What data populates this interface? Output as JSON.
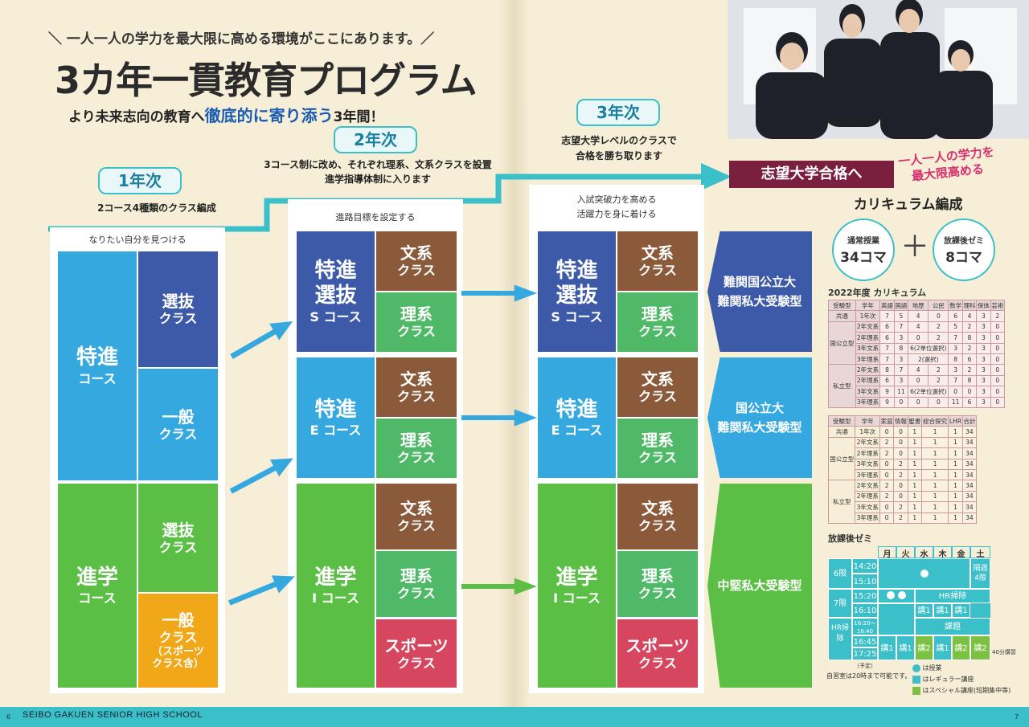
{
  "header": {
    "tagline": "＼ 一人一人の学力を最大限に高める環境がここにあります。／",
    "title": "3カ年一貫教育プログラム",
    "subtitle_pre": "より未来志向の教育へ",
    "subtitle_hl": "徹底的に寄り添う",
    "subtitle_post": "3年間！"
  },
  "years": {
    "y1": {
      "label": "1年次",
      "desc": "2コース4種類のクラス編成",
      "note": "なりたい自分を見つける"
    },
    "y2": {
      "label": "2年次",
      "desc1": "3コース制に改め、それぞれ理系、文系クラスを設置",
      "desc2": "進学指導体制に入ります",
      "note": "進路目標を設定する"
    },
    "y3": {
      "label": "3年次",
      "desc1": "志望大学レベルのクラスで",
      "desc2": "合格を勝ち取ります",
      "note1": "入試突破力を高める",
      "note2": "活躍力を身に着ける"
    }
  },
  "col1": {
    "tokushin": {
      "name": "特進",
      "sub": "コース"
    },
    "senbatsu1": {
      "name": "選抜",
      "sub": "クラス"
    },
    "ippan1": {
      "name": "一般",
      "sub": "クラス"
    },
    "shingaku": {
      "name": "進学",
      "sub": "コース"
    },
    "senbatsu2": {
      "name": "選抜",
      "sub": "クラス"
    },
    "ippan2": {
      "name": "一般",
      "sub": "クラス",
      "note1": "（スポーツ",
      "note2": "クラス含）"
    }
  },
  "courses": {
    "s": {
      "l1": "特進",
      "l2": "選抜",
      "l3": "S コース"
    },
    "e": {
      "l1": "特進",
      "l2": "E コース"
    },
    "i": {
      "l1": "進学",
      "l2": "I コース"
    }
  },
  "classes": {
    "bunkei": {
      "name": "文系",
      "sub": "クラス"
    },
    "rikei": {
      "name": "理系",
      "sub": "クラス"
    },
    "sports": {
      "name": "スポーツ",
      "sub": "クラス"
    }
  },
  "targets": {
    "t1": {
      "l1": "難関国公立大",
      "l2": "難関私大受験型"
    },
    "t2": {
      "l1": "国公立大",
      "l2": "難関私大受験型"
    },
    "t3": {
      "l1": "中堅私大受験型"
    }
  },
  "goal": {
    "label": "志望大学合格へ",
    "sub1": "一人一人の学力を",
    "sub2": "最大限高める"
  },
  "curriculum": {
    "title": "カリキュラム編成",
    "regular": {
      "label": "通常授業",
      "value": "34コマ"
    },
    "after": {
      "label": "放課後ゼミ",
      "value": "8コマ"
    },
    "table_title": "2022年度 カリキュラム",
    "t1_head": [
      "受験型",
      "学年",
      "英語",
      "国語",
      "地歴",
      "公民",
      "数学",
      "理科",
      "保体",
      "芸術"
    ],
    "t1_common": [
      "共通",
      "1年次",
      "7",
      "5",
      "4",
      "0",
      "6",
      "4",
      "3",
      "2"
    ],
    "t1_kokko_label": "国公立型",
    "t1_kokko": [
      [
        "2年文系",
        "6",
        "7",
        "4",
        "2",
        "5",
        "2",
        "3",
        "0"
      ],
      [
        "2年理系",
        "6",
        "3",
        "0",
        "2",
        "7",
        "8",
        "3",
        "0"
      ],
      [
        "3年文系",
        "7",
        "8",
        "6(2単位選択)",
        "",
        "3",
        "2",
        "3",
        "0"
      ],
      [
        "3年理系",
        "7",
        "3",
        "2(選択)",
        "",
        "8",
        "6",
        "3",
        "0"
      ]
    ],
    "t1_shiritsu_label": "私立型",
    "t1_shiritsu": [
      [
        "2年文系",
        "8",
        "7",
        "4",
        "2",
        "3",
        "2",
        "3",
        "0"
      ],
      [
        "2年理系",
        "6",
        "3",
        "0",
        "2",
        "7",
        "8",
        "3",
        "0"
      ],
      [
        "3年文系",
        "9",
        "11",
        "6(2単位選択)",
        "",
        "0",
        "0",
        "3",
        "0"
      ],
      [
        "3年理系",
        "9",
        "0",
        "0",
        "0",
        "11",
        "6",
        "3",
        "0"
      ]
    ],
    "t2_head": [
      "受験型",
      "学年",
      "家庭",
      "情報",
      "聖書",
      "総合探究",
      "LHR",
      "合計"
    ],
    "t2_common": [
      "共通",
      "1年次",
      "0",
      "0",
      "1",
      "1",
      "1",
      "34"
    ],
    "t2_kokko_label": "国公立型",
    "t2_kokko": [
      [
        "2年文系",
        "2",
        "0",
        "1",
        "1",
        "1",
        "34"
      ],
      [
        "2年理系",
        "2",
        "0",
        "1",
        "1",
        "1",
        "34"
      ],
      [
        "3年文系",
        "0",
        "2",
        "1",
        "1",
        "1",
        "34"
      ],
      [
        "3年理系",
        "0",
        "2",
        "1",
        "1",
        "1",
        "34"
      ]
    ],
    "t2_shiritsu_label": "私立型",
    "t2_shiritsu": [
      [
        "2年文系",
        "2",
        "0",
        "1",
        "1",
        "1",
        "34"
      ],
      [
        "2年理系",
        "2",
        "0",
        "1",
        "1",
        "1",
        "34"
      ],
      [
        "3年文系",
        "0",
        "2",
        "1",
        "1",
        "1",
        "34"
      ],
      [
        "3年理系",
        "0",
        "2",
        "1",
        "1",
        "1",
        "34"
      ]
    ]
  },
  "seminar": {
    "title": "放課後ゼミ",
    "days": [
      "月",
      "火",
      "水",
      "木",
      "金",
      "土"
    ],
    "p6": "6限",
    "p7": "7限",
    "hr": "HR掃除",
    "times": [
      "14:20",
      "15:10",
      "15:20",
      "16:10",
      "16:20～16:40",
      "16:45",
      "17:25"
    ],
    "yotei": "（予定）",
    "every_other": "隔週4限",
    "hr_cleaning": "HR掃除",
    "kadai": "課題",
    "ko1": "講1",
    "ko2": "講2",
    "min40": "40分講習",
    "note": "自習室は20時まで可能です。",
    "legend1": "は授業",
    "legend2": "はレギュラー講座",
    "legend3": "はスペシャル講座(短期集中等)"
  },
  "footer": {
    "school": "SEIBO GAKUEN SENIOR HIGH SCHOOL",
    "p_left": "6",
    "p_right": "7"
  },
  "colors": {
    "navy": "#3d5aa8",
    "blue": "#35a8e0",
    "green": "#5cbf45",
    "yellow": "#f0a818",
    "brown": "#8a5a3a",
    "red": "#d6465f",
    "teal": "#3bbfc9",
    "maroon": "#7a1f3d"
  }
}
